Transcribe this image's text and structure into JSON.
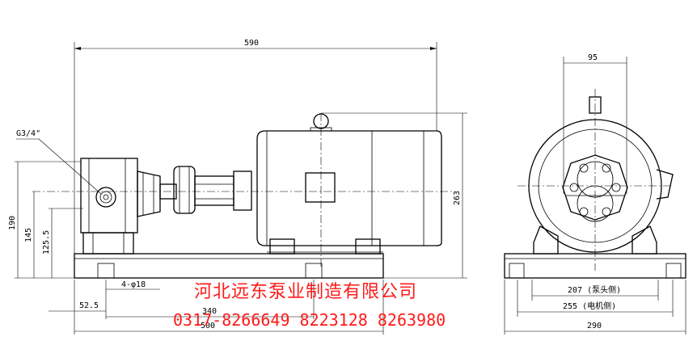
{
  "side_view": {
    "overall_length": "590",
    "pipe_thread": "G3/4\"",
    "height_190": "190",
    "height_145": "145",
    "height_125_5": "125.5",
    "height_263": "263",
    "hole_note": "4-φ18",
    "base_52_5": "52.5",
    "base_340": "340",
    "base_500": "500"
  },
  "end_view": {
    "width_95": "95",
    "width_207": "207 (泵头侧)",
    "width_255": "255 (电机侧)",
    "width_290": "290"
  },
  "watermark": {
    "company": "河北远东泵业制造有限公司",
    "phones": "0317-8266649  8223128  8263980"
  }
}
